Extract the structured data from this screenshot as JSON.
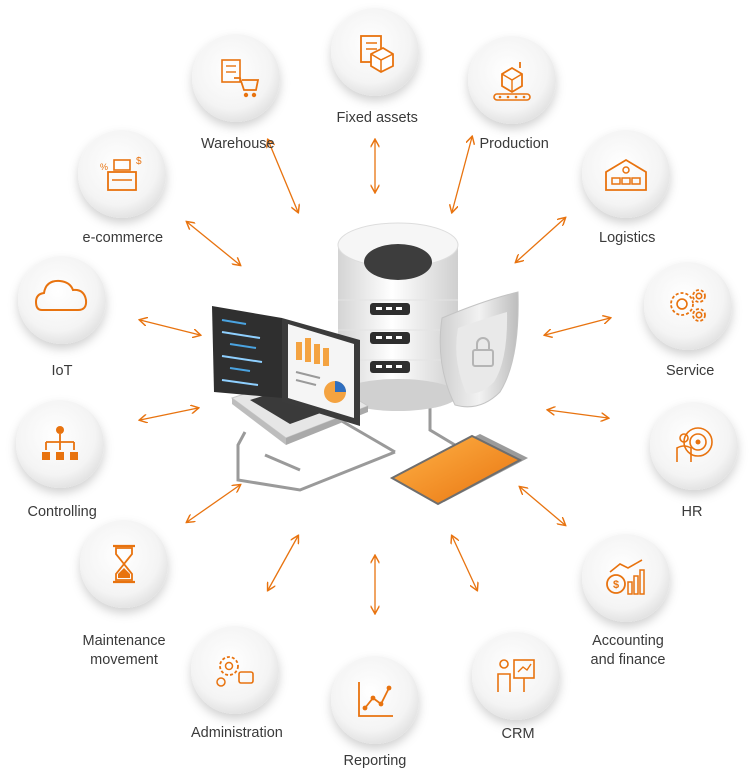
{
  "accent_color": "#e8730f",
  "nodes": [
    {
      "id": "fixed-assets",
      "label": "Fixed assets",
      "icon": "package-checklist-icon"
    },
    {
      "id": "production",
      "label": "Production",
      "icon": "factory-conveyor-icon"
    },
    {
      "id": "logistics",
      "label": "Logistics",
      "icon": "warehouse-truck-icon"
    },
    {
      "id": "service",
      "label": "Service",
      "icon": "gears-icon"
    },
    {
      "id": "hr",
      "label": "HR",
      "icon": "person-target-icon"
    },
    {
      "id": "accounting",
      "label": "Accounting\nand finance",
      "icon": "money-chart-icon"
    },
    {
      "id": "crm",
      "label": "CRM",
      "icon": "presenter-board-icon"
    },
    {
      "id": "reporting",
      "label": "Reporting",
      "icon": "line-chart-icon"
    },
    {
      "id": "administration",
      "label": "Administration",
      "icon": "gear-speech-icon"
    },
    {
      "id": "maintenance",
      "label": "Maintenance\nmovement",
      "icon": "hourglass-icon"
    },
    {
      "id": "controlling",
      "label": "Controlling",
      "icon": "org-chart-icon"
    },
    {
      "id": "iot",
      "label": "IoT",
      "icon": "cloud-icon"
    },
    {
      "id": "ecommerce",
      "label": "e-commerce",
      "icon": "cash-register-icon"
    },
    {
      "id": "warehouse",
      "label": "Warehouse",
      "icon": "cart-checklist-icon"
    }
  ]
}
